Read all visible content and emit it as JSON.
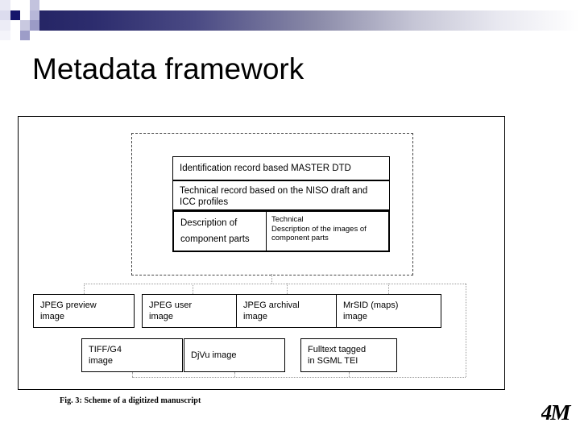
{
  "slide": {
    "title": "Metadata framework"
  },
  "header": {
    "band_colors": {
      "dark_blue": "#242464",
      "mid_blue": "#4a4a84",
      "pale": "#e8e8f0",
      "accent_square": "#15156b"
    }
  },
  "figure": {
    "caption": "Fig. 3: Scheme of a digitized manuscript",
    "metadata_group": {
      "identification_record": "Identification record based MASTER DTD",
      "technical_record": "Technical record based on the NISO draft and ICC profiles",
      "description_left": {
        "line1": "Description of",
        "line2": "component parts"
      },
      "description_right": {
        "line1": "Technical",
        "line2": "Description of the images of",
        "line3": "component parts"
      }
    },
    "derivatives_row1": [
      {
        "line1": "JPEG preview",
        "line2": "image"
      },
      {
        "line1": "JPEG user",
        "line2": "image"
      },
      {
        "line1": "JPEG archival",
        "line2": "image"
      },
      {
        "line1": "MrSID (maps)",
        "line2": "image"
      }
    ],
    "derivatives_row2": [
      {
        "line1": "TIFF/G4",
        "line2": "image"
      },
      {
        "line1": "DjVu image",
        "line2": ""
      },
      {
        "line1": "Fulltext tagged",
        "line2": "in SGML TEI"
      }
    ]
  },
  "logo": {
    "text": "4M"
  }
}
